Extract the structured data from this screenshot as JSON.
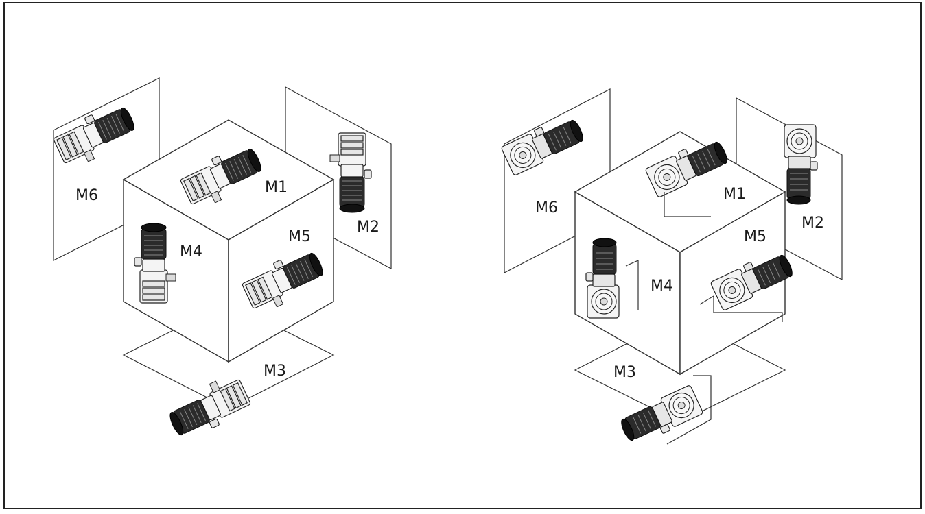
{
  "diagrams": [
    {
      "labels": {
        "m1": "M1",
        "m2": "M2",
        "m3": "M3",
        "m4": "M4",
        "m5": "M5",
        "m6": "M6"
      }
    },
    {
      "labels": {
        "m1": "M1",
        "m2": "M2",
        "m3": "M3",
        "m4": "M4",
        "m5": "M5",
        "m6": "M6"
      }
    }
  ],
  "colors": {
    "frame": "#222222",
    "lines": "#333333",
    "motor": "#2b2b2b"
  }
}
